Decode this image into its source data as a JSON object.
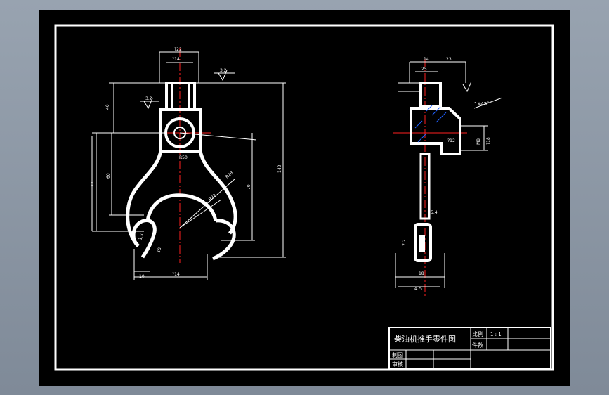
{
  "drawing": {
    "colors": {
      "background": "#000000",
      "outline": "#ffffff",
      "centerline": "#ff2020",
      "dimension": "#ffffff",
      "hatch": "#2060ff"
    },
    "front_view_dims": {
      "top_width": "?22",
      "bore": "?14",
      "h_40": "40",
      "h_77": "77",
      "h_60": "60",
      "h_70": "70",
      "h_142": "142",
      "r_50": "R50",
      "r_28": "R28",
      "r_22": "R22",
      "chamfer_1": "1.5",
      "bottom_width": "?14",
      "left_small": "10",
      "tol_15": "15",
      "rough_1": "3.2",
      "rough_2": "3.2"
    },
    "side_view_dims": {
      "top_a": "14",
      "top_b": "23",
      "top_c": "25",
      "chamfer": "1X45°",
      "h_1": "M8",
      "h_2": "5.4",
      "h_3": "2.2",
      "bottom": "18",
      "tol_text": "4.5",
      "right_a": "?18",
      "right_b": "?12"
    },
    "title_block": {
      "title": "柴油机推手零件图",
      "cell_bili": "比例",
      "cell_scale": "1 : 1",
      "cell_jianshu": "件数",
      "cell_zhitu": "制图",
      "cell_shenhe": "审核"
    }
  }
}
